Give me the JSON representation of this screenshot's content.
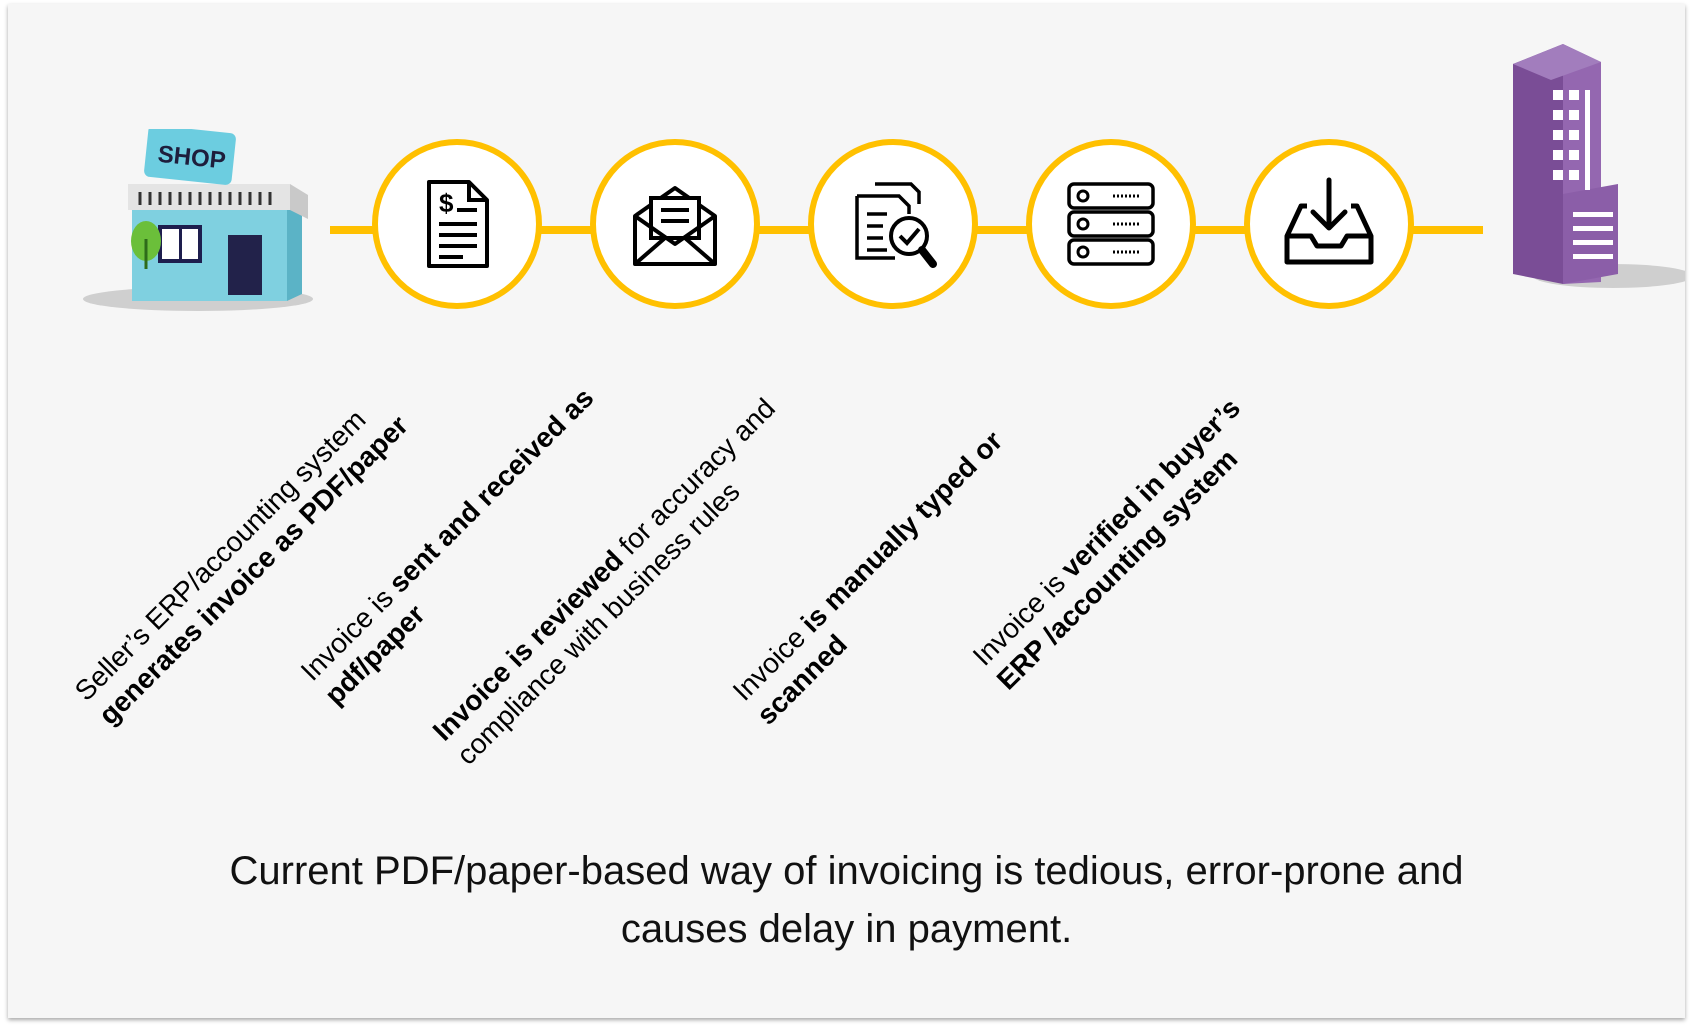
{
  "steps": [
    {
      "icon": "invoice-document-icon",
      "line1": "Seller’s ERP/accounting system",
      "line2_bold": "generates invoice as PDF/paper"
    },
    {
      "icon": "envelope-icon",
      "line1_light": "Invoice is ",
      "line1_bold": "sent and received as",
      "line2_bold": "pdf/paper"
    },
    {
      "icon": "document-review-icon",
      "line1_bold": "Invoice is reviewed",
      "line1_light": " for accuracy and",
      "line2_light": "compliance with business rules"
    },
    {
      "icon": "server-icon",
      "line1_light": "Invoice ",
      "line1_bold": "is manually typed or",
      "line2_bold": "scanned"
    },
    {
      "icon": "inbox-download-icon",
      "line1_light": "Invoice is ",
      "line1_bold": "verified in buyer’s",
      "line2_bold": "ERP /accounting system"
    }
  ],
  "seller": {
    "icon": "shop-icon",
    "sign": "SHOP"
  },
  "buyer": {
    "icon": "office-building-icon"
  },
  "caption": {
    "line1": "Current PDF/paper-based way of invoicing is tedious, error-prone and",
    "line2": "causes delay in payment."
  },
  "colors": {
    "accent": "#ffc000",
    "building": "#8b5ea8",
    "shop": "#5ec4d8"
  }
}
